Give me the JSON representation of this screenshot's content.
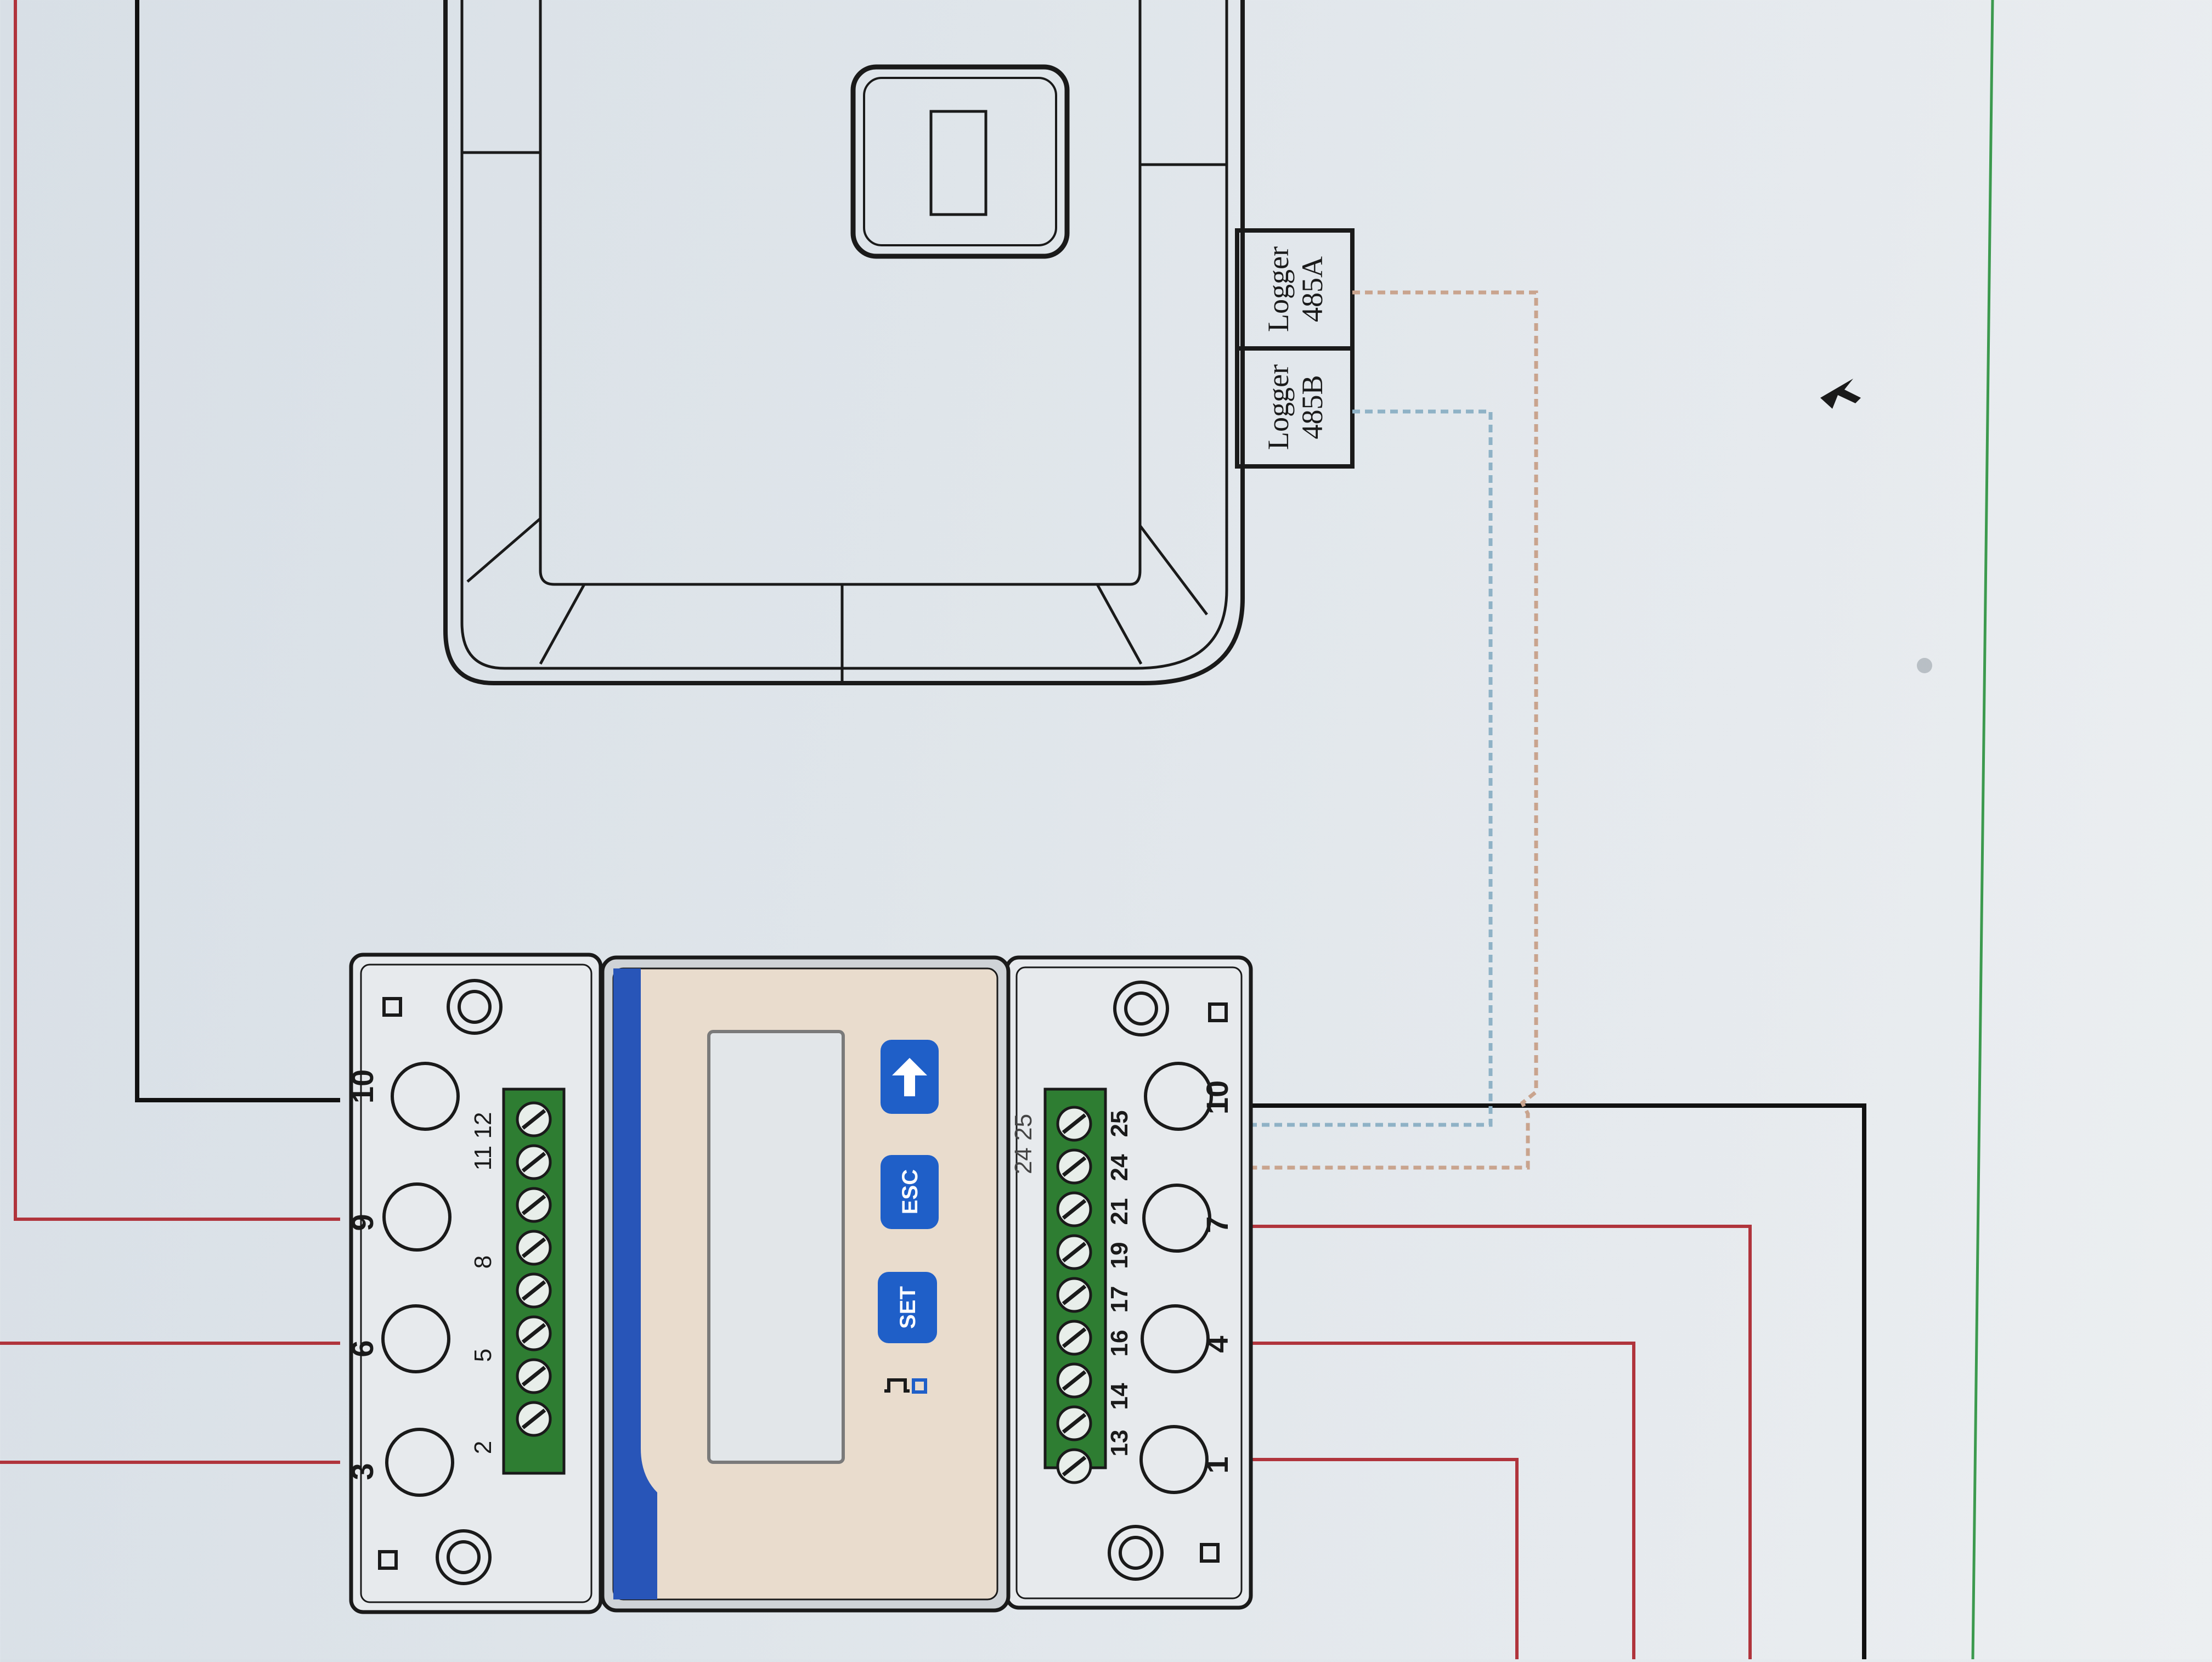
{
  "logger_ports": [
    {
      "line1": "Logger",
      "line2": "485A"
    },
    {
      "line1": "Logger",
      "line2": "485B"
    }
  ],
  "meter": {
    "buttons": [
      "SET",
      "ESC",
      "↑"
    ],
    "pulse_label": "⎍",
    "left_terminal_numbers": [
      "10",
      "9",
      "6",
      "3"
    ],
    "right_terminal_numbers": [
      "10",
      "7",
      "4",
      "1"
    ],
    "left_strip_labels": [
      "11 12",
      "8",
      "5",
      "2"
    ],
    "right_strip_labels": [
      "24 25",
      "25",
      "24",
      "21",
      "19",
      "17",
      "16",
      "14",
      "13"
    ]
  },
  "colors": {
    "phase_wire": "#b0343c",
    "neutral_wire": "#111111",
    "rs485_a": "#c9a48e",
    "rs485_b": "#8fb2c6",
    "terminal_green": "#2e7d32",
    "button_blue": "#1f5fc8",
    "border_green": "#3c9a4e"
  },
  "icons": [
    "mouse-cursor-icon",
    "up-arrow-icon"
  ]
}
